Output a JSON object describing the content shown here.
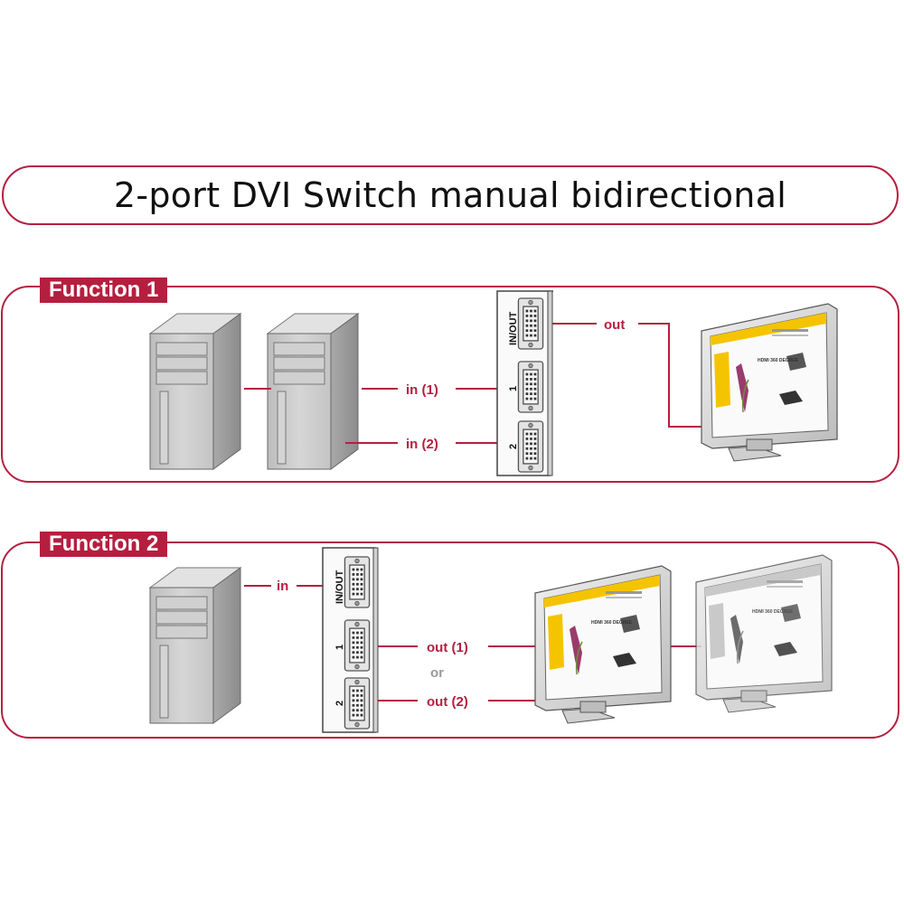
{
  "title": "2-port DVI Switch manual bidirectional",
  "function1": {
    "label": "Function 1",
    "port_labels": {
      "inout": "IN/OUT",
      "port1": "1",
      "port2": "2"
    },
    "connections": {
      "in1": "in (1)",
      "in2": "in (2)",
      "out": "out"
    }
  },
  "function2": {
    "label": "Function 2",
    "port_labels": {
      "inout": "IN/OUT",
      "port1": "1",
      "port2": "2"
    },
    "connections": {
      "in": "in",
      "out1": "out (1)",
      "or": "or",
      "out2": "out (2)"
    }
  },
  "monitor_screen_text": "HDMI 360 DEGREE",
  "colors": {
    "accent": "#b51f3f",
    "tower": "#c9c9c9",
    "monitor_bezel": "#d8d8d8",
    "screen_yellow": "#f5c400"
  }
}
